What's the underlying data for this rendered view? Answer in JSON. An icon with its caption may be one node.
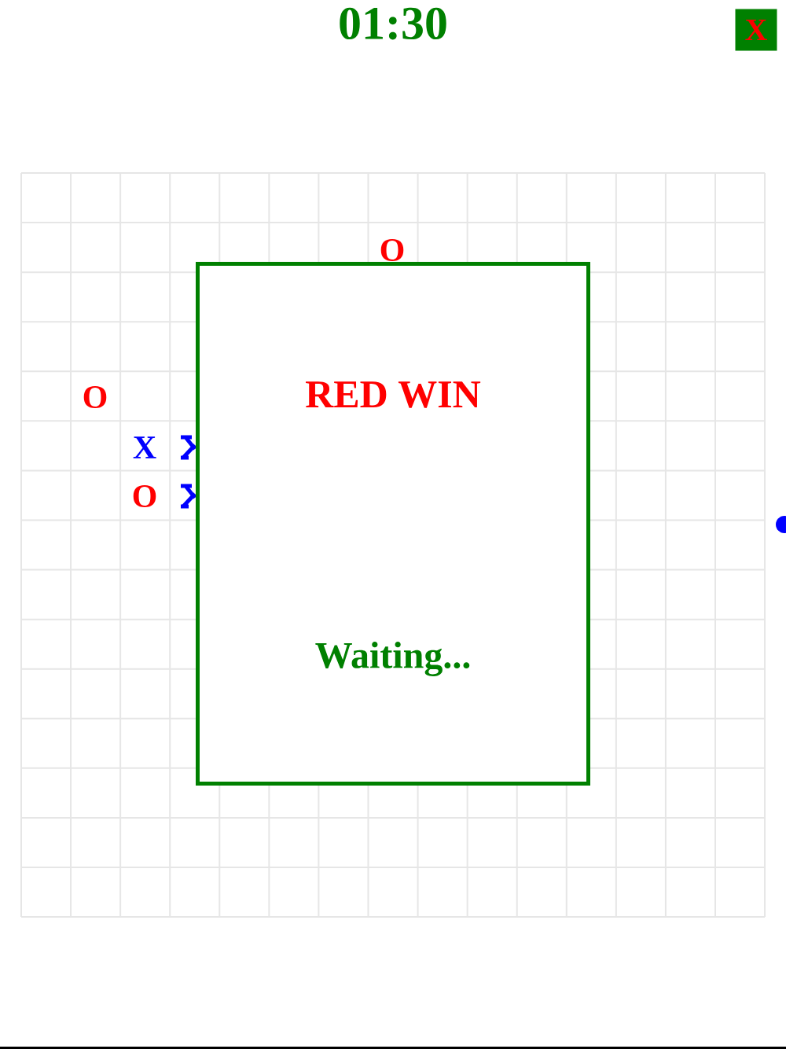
{
  "diagram": {
    "nodes": [
      {
        "text": [
          "RED WIN",
          "Waiting..."
        ]
      },
      {
        "text": [
          "X"
        ]
      }
    ],
    "labels": [
      "01:30",
      "O",
      "O",
      "X",
      "O"
    ]
  }
}
